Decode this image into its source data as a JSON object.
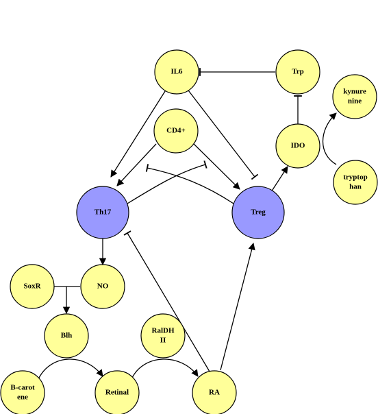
{
  "colors": {
    "regulator": "#ffff99",
    "cell": "#9999ff",
    "line": "#000000",
    "background": "#ffffff"
  },
  "nodes": {
    "il6": {
      "label": "IL6"
    },
    "trp": {
      "label": "Trp"
    },
    "kynurenine": {
      "line1": "kynure",
      "line2": "nine"
    },
    "cd4": {
      "label": "CD4+"
    },
    "ido": {
      "label": "IDO"
    },
    "tryptophan": {
      "line1": "tryptop",
      "line2": "han"
    },
    "th17": {
      "label": "Th17"
    },
    "treg": {
      "label": "Treg"
    },
    "soxr": {
      "label": "SoxR"
    },
    "no": {
      "label": "NO"
    },
    "blh": {
      "label": "Blh"
    },
    "raldh": {
      "line1": "RalDH",
      "line2": "II"
    },
    "bcarotene": {
      "line1": "B-carot",
      "line2": "ene"
    },
    "retinal": {
      "label": "Retinal"
    },
    "ra": {
      "label": "RA"
    }
  }
}
